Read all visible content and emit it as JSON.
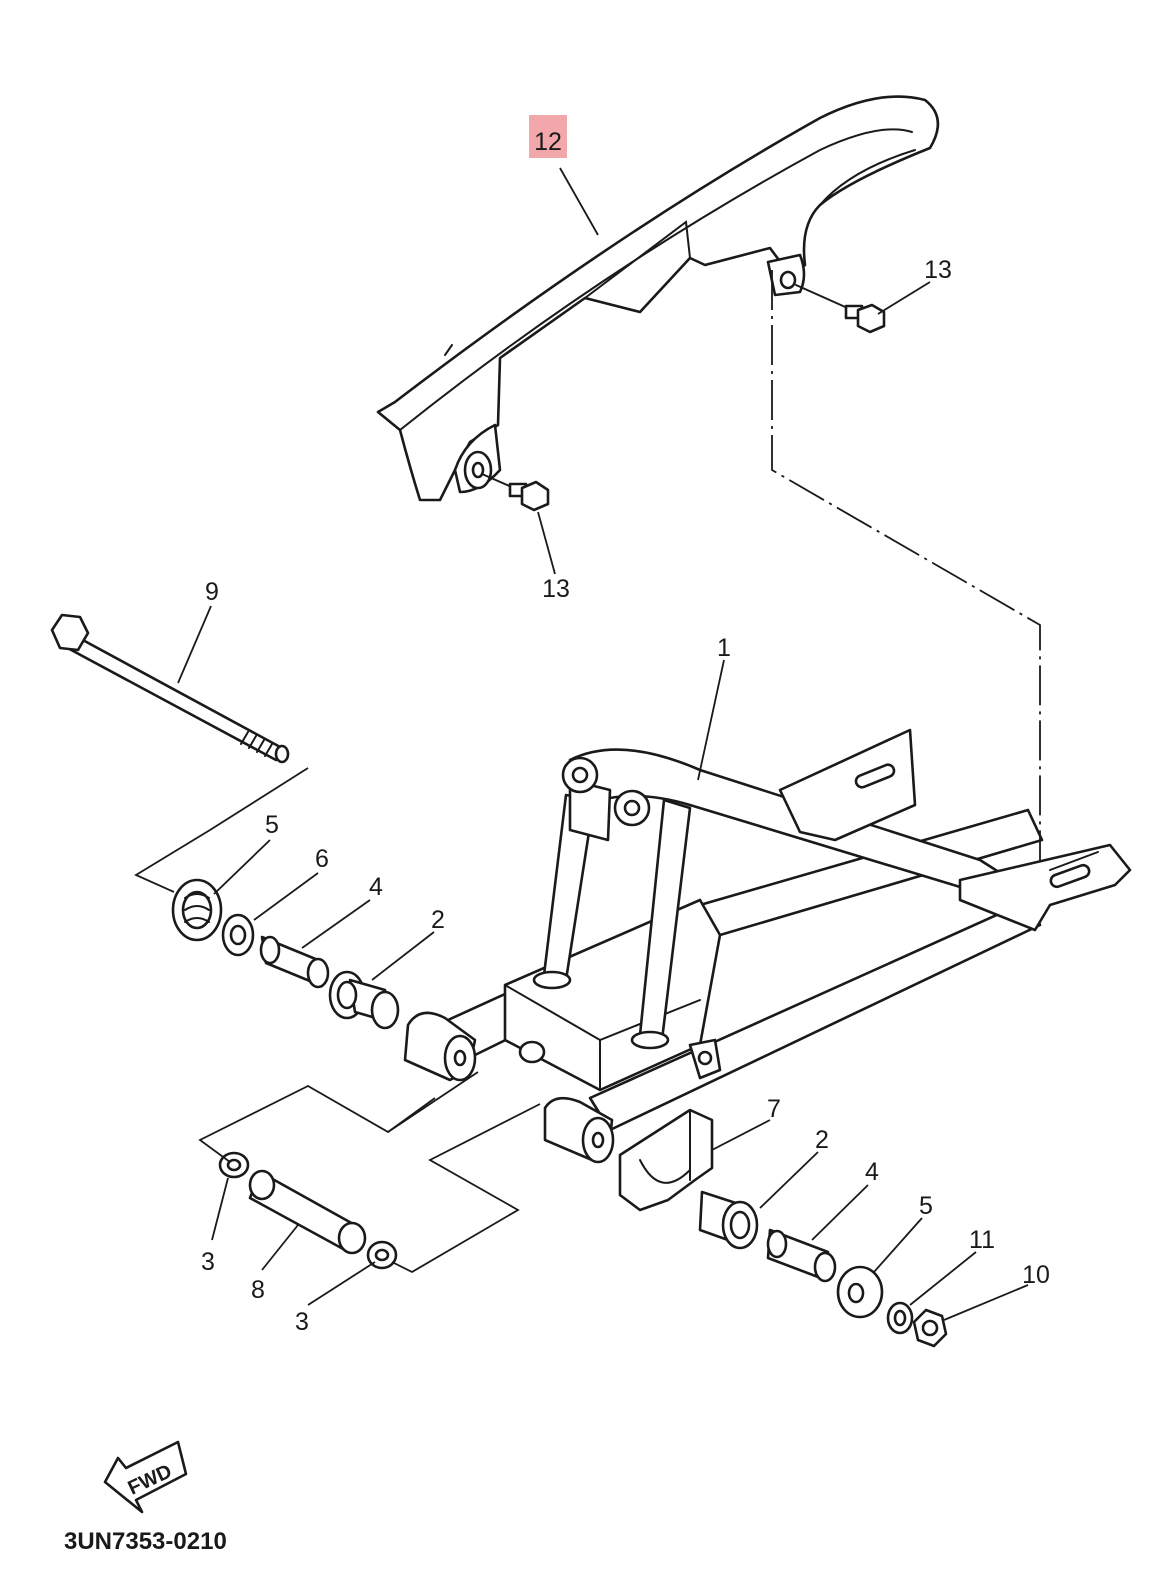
{
  "diagram": {
    "drawing_code": "3UN7353-0210",
    "direction_label": "FWD",
    "highlighted_callout": "12",
    "highlight_color": "#f2a7ab",
    "callouts": {
      "c1": "1",
      "c2a": "2",
      "c2b": "2",
      "c3a": "3",
      "c3b": "3",
      "c4a": "4",
      "c4b": "4",
      "c5a": "5",
      "c5b": "5",
      "c6": "6",
      "c7": "7",
      "c8": "8",
      "c9": "9",
      "c10": "10",
      "c11": "11",
      "c12": "12",
      "c13a": "13",
      "c13b": "13"
    }
  }
}
